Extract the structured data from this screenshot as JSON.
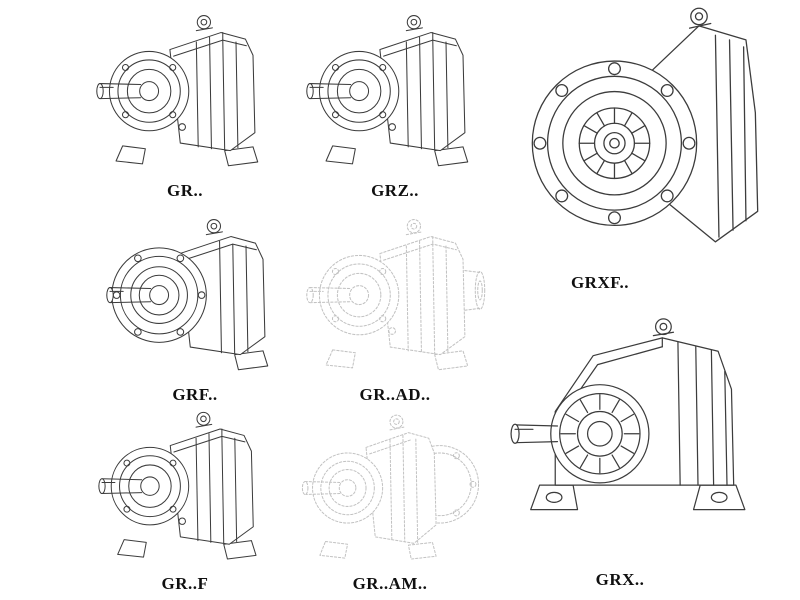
{
  "page": {
    "background": "#ffffff",
    "line_color": "#3c3c3c",
    "ghost_line_color": "#c2c2c2"
  },
  "figures": [
    {
      "id": "gr",
      "label": "GR..",
      "style": "solid",
      "variant": "foot-mounted-helical-gear-unit"
    },
    {
      "id": "grz",
      "label": "GRZ..",
      "style": "solid",
      "variant": "foot-mounted-helical-gear-unit"
    },
    {
      "id": "grxf",
      "label": "GRXF..",
      "style": "solid",
      "variant": "flange-mounted-front-view"
    },
    {
      "id": "grf",
      "label": "GRF..",
      "style": "solid",
      "variant": "flange-mounted-helical-gear-unit"
    },
    {
      "id": "grad",
      "label": "GR..AD..",
      "style": "ghost",
      "variant": "gear-unit-with-input-adapter"
    },
    {
      "id": "grff",
      "label": "GR..F",
      "style": "solid",
      "variant": "foot-mounted-helical-gear-unit"
    },
    {
      "id": "gram",
      "label": "GR..AM..",
      "style": "ghost",
      "variant": "gear-unit-with-rear-flange"
    },
    {
      "id": "grx",
      "label": "GRX..",
      "style": "solid",
      "variant": "large-foot-mounted-gear-unit"
    }
  ]
}
